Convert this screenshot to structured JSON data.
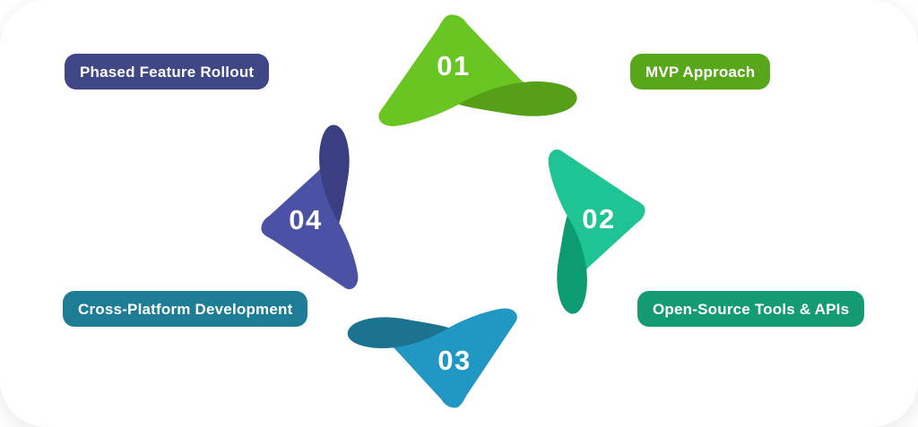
{
  "canvas": {
    "background": "#ffffff"
  },
  "diagram": {
    "type": "cycle-infographic",
    "text_color": "#ffffff",
    "steps": [
      {
        "number": "01",
        "label": "MVP Approach",
        "arrow_color": "#69C522",
        "fold_color": "#55A016",
        "badge_color": "#58A71B",
        "direction": "up",
        "badge_corner": "top-right"
      },
      {
        "number": "02",
        "label": "Open-Source Tools & APIs",
        "arrow_color": "#1FC494",
        "fold_color": "#0D9C72",
        "badge_color": "#149B73",
        "direction": "right",
        "badge_corner": "bottom-right"
      },
      {
        "number": "03",
        "label": "Cross-Platform Development",
        "arrow_color": "#2197C3",
        "fold_color": "#1B7390",
        "badge_color": "#1C7D95",
        "direction": "down",
        "badge_corner": "bottom-left"
      },
      {
        "number": "04",
        "label": "Phased Feature Rollout",
        "arrow_color": "#4B51A4",
        "fold_color": "#3A3F81",
        "badge_color": "#3F4787",
        "direction": "left",
        "badge_corner": "top-left"
      }
    ]
  }
}
